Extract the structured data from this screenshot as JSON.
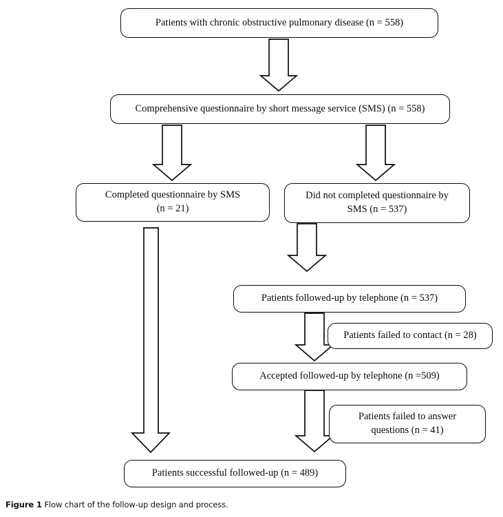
{
  "figure": {
    "label": "Figure 1",
    "caption": "Flow chart of the follow-up design and process.",
    "background_color": "#ffffff",
    "line_color": "#0c0c0c",
    "text_color": "#0b0b0b"
  },
  "chart_data": {
    "type": "diagram",
    "title": "Flow chart of the follow-up design and process",
    "nodes": [
      {
        "id": "enrolled",
        "label": "Patients with chronic obstructive pulmonary disease (n = 558)",
        "count": 558
      },
      {
        "id": "sms-questionnaire",
        "label": "Comprehensive questionnaire by short message service (SMS) (n = 558)",
        "count": 558
      },
      {
        "id": "completed-sms",
        "label": "Completed questionnaire by SMS\n(n = 21)",
        "count": 21
      },
      {
        "id": "not-completed-sms",
        "label": "Did not completed questionnaire by\nSMS (n = 537)",
        "count": 537
      },
      {
        "id": "followed-telephone",
        "label": "Patients followed-up by telephone (n = 537)",
        "count": 537
      },
      {
        "id": "failed-contact",
        "label": "Patients failed to contact (n = 28)",
        "count": 28
      },
      {
        "id": "accepted-telephone",
        "label": "Accepted followed-up by telephone (n =509)",
        "count": 509
      },
      {
        "id": "failed-answer",
        "label": "Patients failed to answer\nquestions (n = 41)",
        "count": 41
      },
      {
        "id": "successful",
        "label": "Patients successful followed-up (n = 489)",
        "count": 489
      }
    ],
    "edges": [
      {
        "from": "enrolled",
        "to": "sms-questionnaire",
        "style": "block-arrow-down"
      },
      {
        "from": "sms-questionnaire",
        "to": "completed-sms",
        "style": "block-arrow-down"
      },
      {
        "from": "sms-questionnaire",
        "to": "not-completed-sms",
        "style": "block-arrow-down"
      },
      {
        "from": "not-completed-sms",
        "to": "followed-telephone",
        "style": "block-arrow-down"
      },
      {
        "from": "followed-telephone",
        "to": "accepted-telephone",
        "style": "block-arrow-down"
      },
      {
        "from": "accepted-telephone",
        "to": "successful",
        "style": "block-arrow-down"
      },
      {
        "from": "completed-sms",
        "to": "successful",
        "style": "block-arrow-down-long"
      }
    ]
  }
}
